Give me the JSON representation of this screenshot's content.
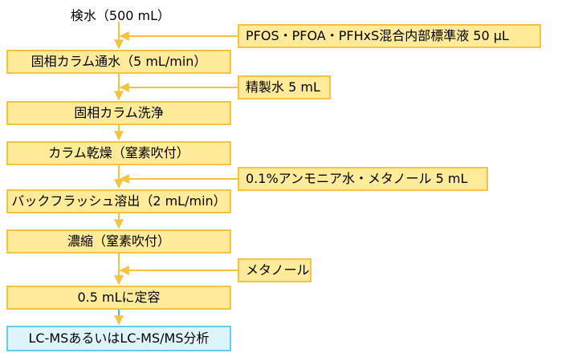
{
  "flow": {
    "sample": "検水（500 mL）",
    "steps": [
      "固相カラム通水（5 mL/min）",
      "固相カラム洗浄",
      "カラム乾燥（窒素吹付）",
      "バックフラッシュ溶出（2 mL/min）",
      "濃縮（窒素吹付）",
      "0.5 mLに定容"
    ],
    "final": "LC-MSあるいはLC-MS/MS分析",
    "additions": [
      "PFOS・PFOA・PFHxS混合内部標準液 50 μL",
      "精製水 5 mL",
      "0.1%アンモニア水・メタノール 5 mL",
      "メタノール"
    ]
  },
  "colors": {
    "box_fill": "#ffeb99",
    "box_border": "#f5c242",
    "arrow": "#f5c242",
    "final_fill": "#ddf4fb",
    "final_border": "#66ccee",
    "final_arrow": "#33bbee"
  }
}
